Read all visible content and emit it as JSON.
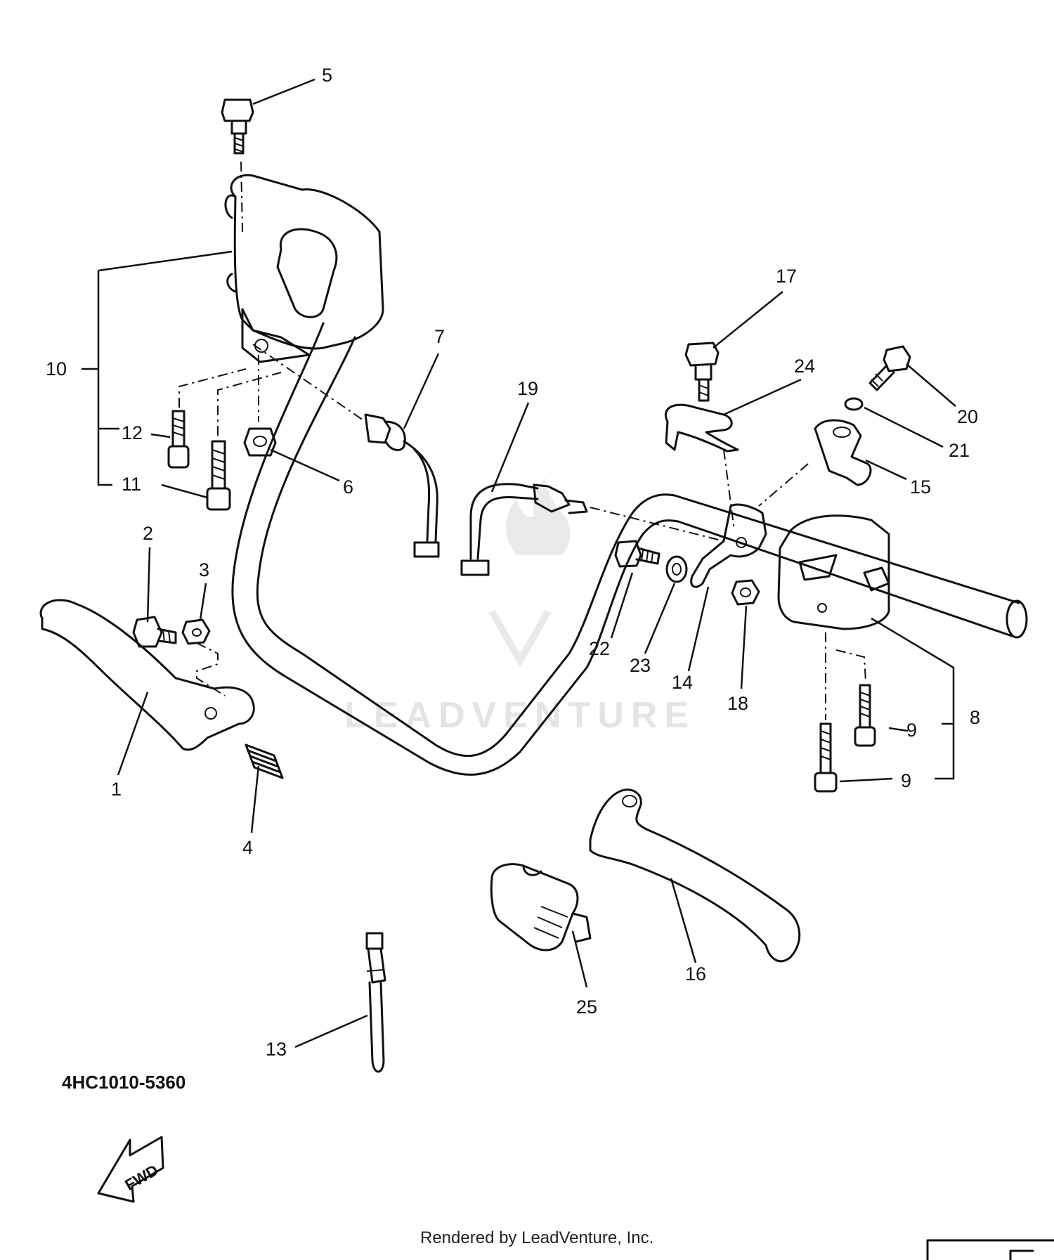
{
  "diagram": {
    "callouts": {
      "c1": "1",
      "c2": "2",
      "c3": "3",
      "c4": "4",
      "c5": "5",
      "c6": "6",
      "c7": "7",
      "c8": "8",
      "c9a": "9",
      "c9b": "9",
      "c10": "10",
      "c11": "11",
      "c12": "12",
      "c13": "13",
      "c14": "14",
      "c15": "15",
      "c16": "16",
      "c17": "17",
      "c18": "18",
      "c19": "19",
      "c20": "20",
      "c21": "21",
      "c22": "22",
      "c23": "23",
      "c24": "24",
      "c25": "25"
    },
    "fwd_label": "FWD",
    "part_code": "4HC1010-5360",
    "credit": "Rendered by LeadVenture, Inc.",
    "watermark": "LEADVENTURE"
  }
}
